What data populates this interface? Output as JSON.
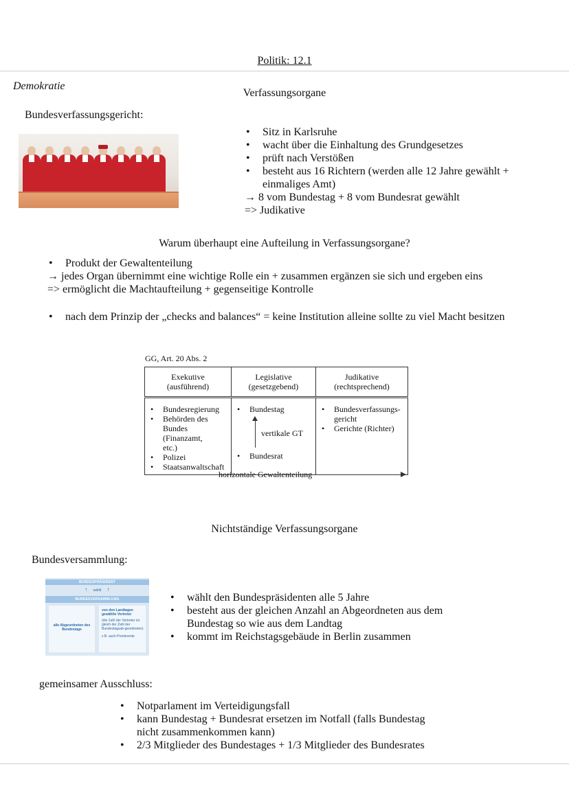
{
  "page": {
    "title": "Politik: 12.1",
    "topic": "Demokratie",
    "section_heading": "Verfassungsorgane"
  },
  "bverfg": {
    "label": "Bundesverfassungsgericht:",
    "bullets": [
      "Sitz in Karlsruhe",
      "wacht über die Einhaltung des Grundgesetzes",
      "prüft nach Verstößen",
      "besteht aus 16 Richtern (werden alle 12 Jahre gewählt + einmaliges Amt)"
    ],
    "lines": [
      "→ 8 vom Bundestag + 8 vom Bundesrat gewählt",
      "=> Judikative"
    ]
  },
  "aufteilung": {
    "question": "Warum überhaupt eine Aufteilung in Verfassungsorgane?",
    "bullet1": "Produkt der Gewaltenteilung",
    "line1": "→ jedes Organ übernimmt eine wichtige Rolle ein + zusammen ergänzen sie sich und ergeben eins",
    "line2": "=> ermöglicht die Machtaufteilung + gegenseitige Kontrolle",
    "bullet2": "nach dem Prinzip der „checks and balances“ = keine Institution alleine sollte zu viel Macht besitzen"
  },
  "gg_table": {
    "caption": "GG, Art. 20 Abs. 2",
    "columns": [
      {
        "name": "Exekutive",
        "sub": "(ausführend)"
      },
      {
        "name": "Legislative",
        "sub": "(gesetzgebend)"
      },
      {
        "name": "Judikative",
        "sub": "(rechtsprechend)"
      }
    ],
    "exekutive_items": [
      "Bundesregierung",
      "Behörden des Bundes (Finanzamt, etc.)",
      "Polizei",
      "Staatsanwaltschaft"
    ],
    "legislative_top": "Bundestag",
    "legislative_arrow_label": "vertikale GT",
    "legislative_bottom": "Bundesrat",
    "judikative_items": [
      "Bundesverfassungs-gericht",
      "Gerichte (Richter)"
    ],
    "horizontal_label": "horizontale Gewaltenteilung"
  },
  "nichtstaendig": {
    "heading": "Nichtständige Verfassungsorgane"
  },
  "bundesversammlung": {
    "label": "Bundesversammlung:",
    "diagram": {
      "top": "BUNDESPRÄSIDENT",
      "arrow_text": "wählt",
      "header": "BUNDESVERSAMMLUNG",
      "left_box": "alle Abgeordneten des Bundestags",
      "right_title": "von den Landtagen gewählte Vertreter",
      "right_text": "(die Zahl der Vertreter ist gleich der Zahl der Bundestagsab-geordneten)",
      "right_example": "z.B. auch Prominente"
    },
    "bullets": [
      "wählt den Bundespräsidenten alle 5 Jahre",
      "besteht aus der gleichen Anzahl an Abgeordneten aus dem Bundestag so wie aus dem Landtag",
      "kommt im Reichstagsgebäude in Berlin zusammen"
    ]
  },
  "ausschuss": {
    "label": "gemeinsamer Ausschluss:",
    "bullets": [
      "Notparlament im Verteidigungsfall",
      "kann Bundestag + Bundesrat ersetzen im Notfall (falls Bundestag nicht zusammenkommen kann)",
      "2/3 Mitglieder des Bundestages + 1/3 Mitglieder des Bundesrates"
    ]
  },
  "colors": {
    "robe": "#c8232b",
    "diagram_bar": "#9ec3e4",
    "diagram_bg": "#dbe8f4"
  }
}
